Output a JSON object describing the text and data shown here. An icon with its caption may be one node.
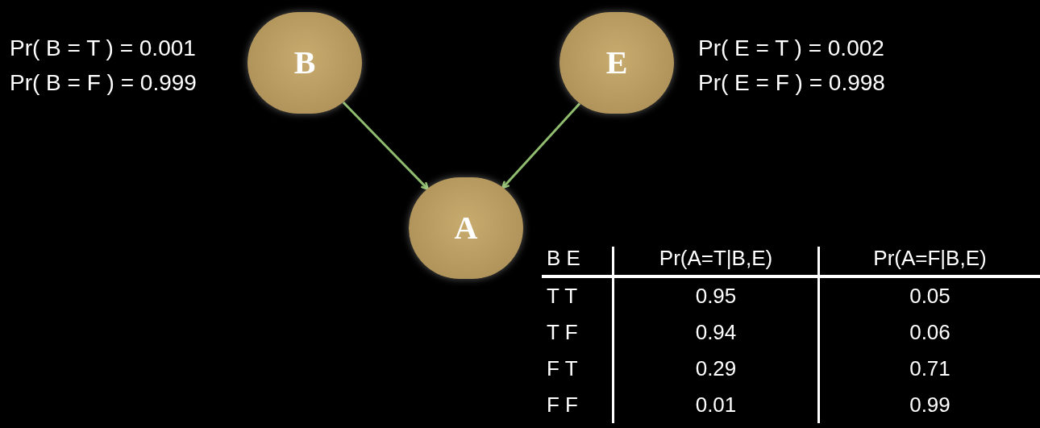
{
  "diagram": {
    "nodes": [
      {
        "text": [
          "B"
        ],
        "beside": [
          "Pr( B = T ) = 0.001",
          "Pr( B = F ) = 0.999"
        ]
      },
      {
        "text": [
          "E"
        ],
        "beside": [
          "Pr( E = T ) = 0.002",
          "Pr( E = F ) = 0.998"
        ]
      },
      {
        "text": [
          "A"
        ]
      }
    ],
    "edges": [
      {
        "from": 0,
        "to": 2,
        "arrow": "to"
      },
      {
        "from": 1,
        "to": 2,
        "arrow": "to"
      }
    ],
    "labels": [
      "B E",
      "Pr(A=T|B,E)",
      "Pr(A=F|B,E)",
      "T T",
      "0.95",
      "0.05",
      "T F",
      "0.94",
      "0.06",
      "F T",
      "0.29",
      "0.71",
      "F F",
      "0.01",
      "0.99"
    ]
  }
}
